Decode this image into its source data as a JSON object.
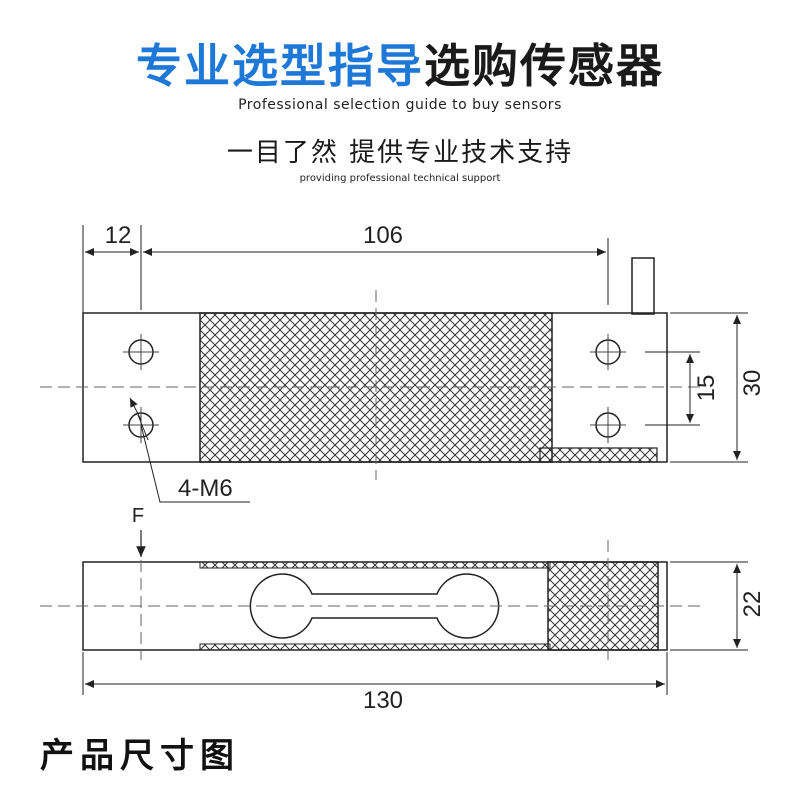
{
  "header": {
    "title_blue": "专业选型指导",
    "title_dark": "选购传感器",
    "subtitle_en": "Professional selection guide to buy sensors",
    "slogan_cn": "一目了然 提供专业技术支持",
    "slogan_en": "providing professional technical support"
  },
  "drawing": {
    "dim_left_offset": "12",
    "dim_hole_span": "106",
    "dim_hole_spacing": "15",
    "dim_height": "30",
    "thread_label": "4-M6",
    "force_label": "F",
    "dim_side_height": "22",
    "dim_total_length": "130"
  },
  "caption": "产品尺寸图"
}
